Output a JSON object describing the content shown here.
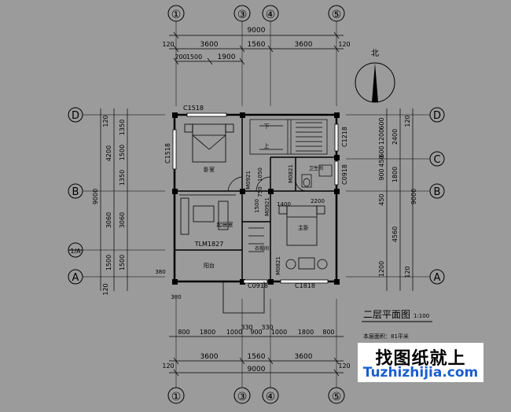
{
  "grid_axes": {
    "top": [
      "①",
      "③",
      "④",
      "⑤"
    ],
    "bottom": [
      "①",
      "③",
      "④",
      "⑤"
    ],
    "left": [
      "D",
      "B",
      "1/A",
      "A"
    ],
    "right": [
      "D",
      "C",
      "B",
      "A"
    ]
  },
  "dims_top": {
    "total": "9000",
    "edge_left": "120",
    "edge_right": "120",
    "seg1": "3600",
    "seg2": "1560",
    "seg3": "3600",
    "sub_a": "200",
    "sub_b": "1500",
    "sub_c": "1900"
  },
  "dims_bottom": {
    "detail": [
      "800",
      "1800",
      "1000",
      "900",
      "1000",
      "1800",
      "800"
    ],
    "mid_a": "330",
    "mid_b": "330",
    "edge_left": "120",
    "edge_right": "120",
    "seg1": "3600",
    "seg2": "1560",
    "seg3": "3600",
    "total": "9000"
  },
  "dims_left": {
    "edge_top": "120",
    "inner": [
      "1350",
      "1500",
      "1350",
      "3060",
      "1500"
    ],
    "mid_a": "4200",
    "mid_b": "3060",
    "mid_c": "1500",
    "total": "9000",
    "edge_bottom": "120"
  },
  "dims_right": {
    "edge_top": "120",
    "inner": [
      "600",
      "1200",
      "600",
      "450",
      "900",
      "450",
      "1200"
    ],
    "mid_a": "2400",
    "mid_b": "1800",
    "mid_c": "4560",
    "total": "9000",
    "edge_bottom": "120"
  },
  "room_labels": {
    "bedroom": "卧室",
    "study": "起居室",
    "master": "主卧",
    "bath": "卫生间",
    "closet": "衣帽间",
    "balcony": "阳台"
  },
  "tags": {
    "c1518_top": "C1518",
    "c1518_side": "C1518",
    "c1218": "C1218",
    "c0918_right": "C0918",
    "c0918_bottom": "C0918",
    "c1818": "C1818",
    "m0921": "M0921",
    "m0821_bath": "M0821",
    "m0821_closet": "M0821",
    "m0921_b": "M0921",
    "tlm1827": "TLM1827",
    "d1050": "1050",
    "d750": "750",
    "d1500": "1500",
    "d1400": "1400",
    "d2200": "2200",
    "d380a": "380",
    "d380b": "380",
    "stair_up": "上",
    "stair_down": "下"
  },
  "north_label": "北",
  "plan_title": "二层平面图",
  "plan_scale": "1:100",
  "area_note": "本层面积：81平米",
  "watermark": {
    "line1": "找图纸就上",
    "line2": "Tuzhizhijia.com"
  }
}
